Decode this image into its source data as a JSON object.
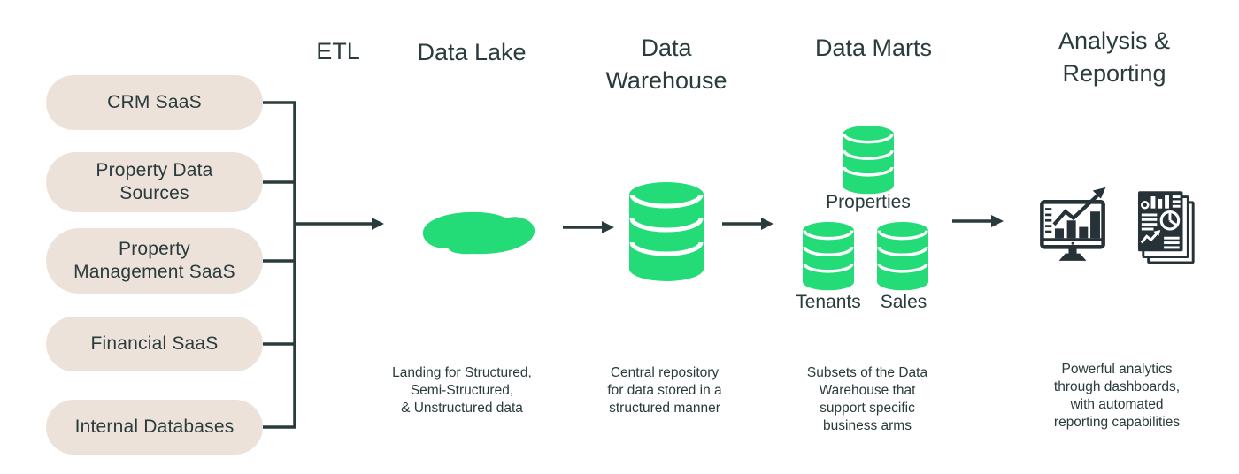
{
  "colors": {
    "green": "#23DB77",
    "beige": "#ECE2DA",
    "ink": "#2A3B3C",
    "background": "#FFFFFF"
  },
  "sources": {
    "items": [
      {
        "label": "CRM SaaS"
      },
      {
        "label": "Property Data\nSources"
      },
      {
        "label": "Property\nManagement SaaS"
      },
      {
        "label": "Financial SaaS"
      },
      {
        "label": "Internal Databases"
      }
    ]
  },
  "stages": {
    "etl": {
      "title": "ETL"
    },
    "data_lake": {
      "title": "Data Lake",
      "description": "Landing for Structured,\nSemi-Structured,\n& Unstructured data"
    },
    "data_warehouse": {
      "title": "Data\nWarehouse",
      "description": "Central repository\nfor data stored in a\nstructured manner"
    },
    "data_marts": {
      "title": "Data Marts",
      "description": "Subsets of the Data\nWarehouse that\nsupport specific\nbusiness arms",
      "cylinders": [
        {
          "label": "Properties"
        },
        {
          "label": "Tenants"
        },
        {
          "label": "Sales"
        }
      ]
    },
    "analysis": {
      "title": "Analysis &\nReporting",
      "description": "Powerful analytics\nthrough dashboards,\nwith automated\nreporting capabilities"
    }
  }
}
